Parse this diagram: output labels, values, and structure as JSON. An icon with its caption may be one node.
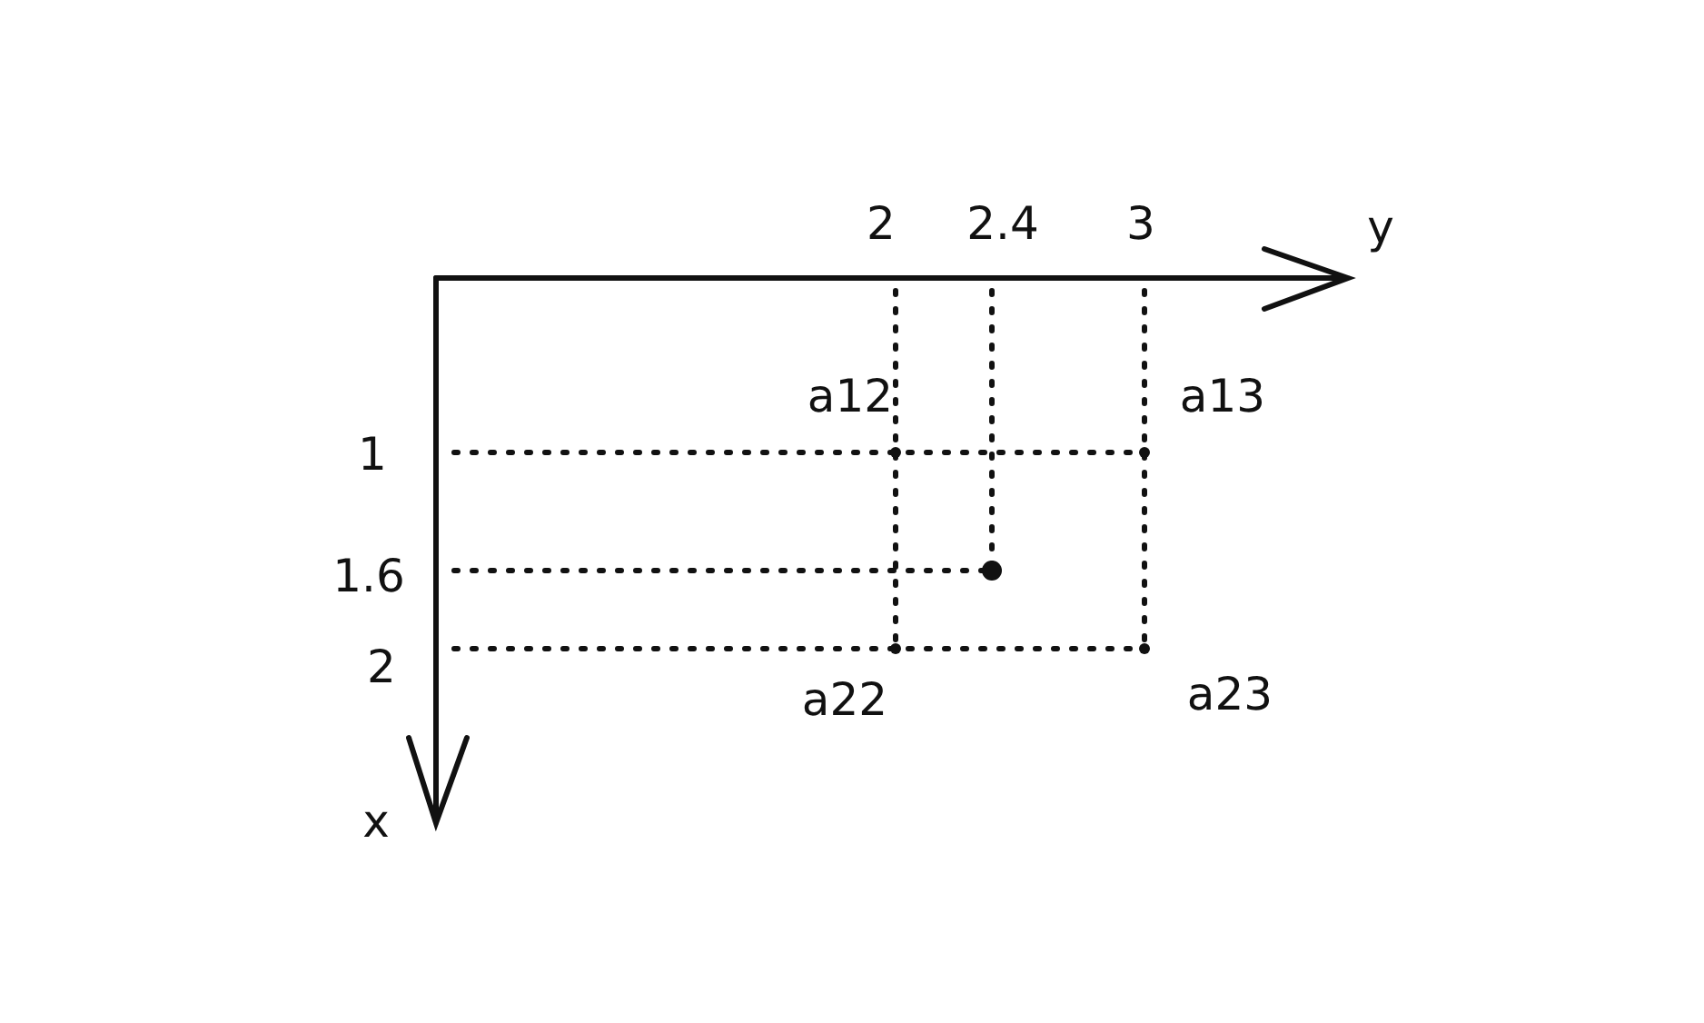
{
  "diagram": {
    "labels": [
      "2",
      "2.4",
      "3",
      "y",
      "a12",
      "a13",
      "1",
      "1.6",
      "2",
      "a22",
      "a23",
      "x"
    ]
  }
}
